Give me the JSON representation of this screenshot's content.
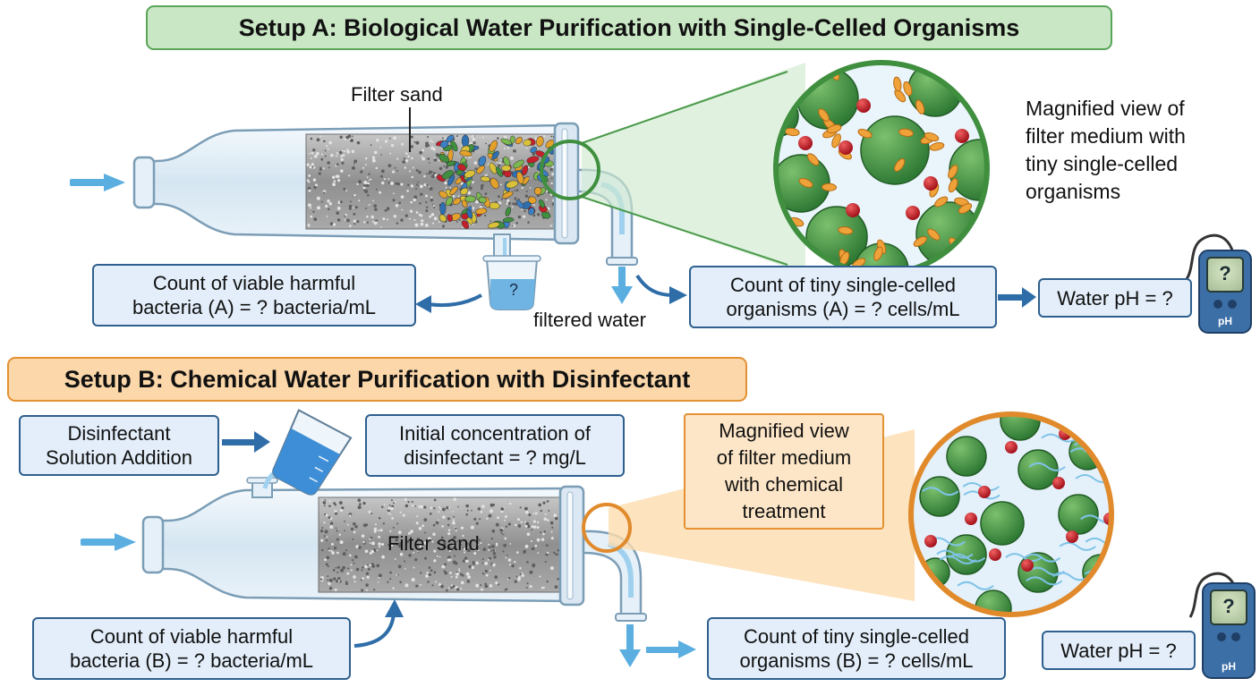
{
  "setup_a": {
    "title": "Setup A: Biological Water Purification with Single-Celled Organisms",
    "filter_label": "Filter sand",
    "magnified_label": "Magnified view of\nfilter medium with\ntiny single-celled\norganisms",
    "bacteria_count": "Count of viable harmful\nbacteria (A) = ? bacteria/mL",
    "beaker_value": "?",
    "filtered_water_label": "filtered water",
    "organisms_count": "Count of tiny single-celled\norganisms (A) = ? cells/mL",
    "ph_label": "Water pH = ?",
    "meter_display": "?",
    "meter_unit": "pH"
  },
  "setup_b": {
    "title": "Setup B: Chemical Water Purification with Disinfectant",
    "disinfectant_addition": "Disinfectant\nSolution Addition",
    "initial_concentration": "Initial concentration of\ndisinfectant = ? mg/L",
    "magnified_label": "Magnified view\nof filter medium\nwith chemical\ntreatment",
    "filter_label": "Filter sand",
    "bacteria_count": "Count of viable harmful\nbacteria (B) = ? bacteria/mL",
    "organisms_count": "Count of tiny single-celled\norganisms (B) = ? cells/mL",
    "ph_label": "Water pH = ?",
    "meter_display": "?",
    "meter_unit": "pH"
  },
  "colors": {
    "setup_a_accent": "#5aa55a",
    "setup_b_accent": "#e39133",
    "box_border": "#2e5f8e",
    "flow_arrow": "#5aaee0",
    "organism_green": "#3f8f3f",
    "particle_red": "#c4202c"
  }
}
